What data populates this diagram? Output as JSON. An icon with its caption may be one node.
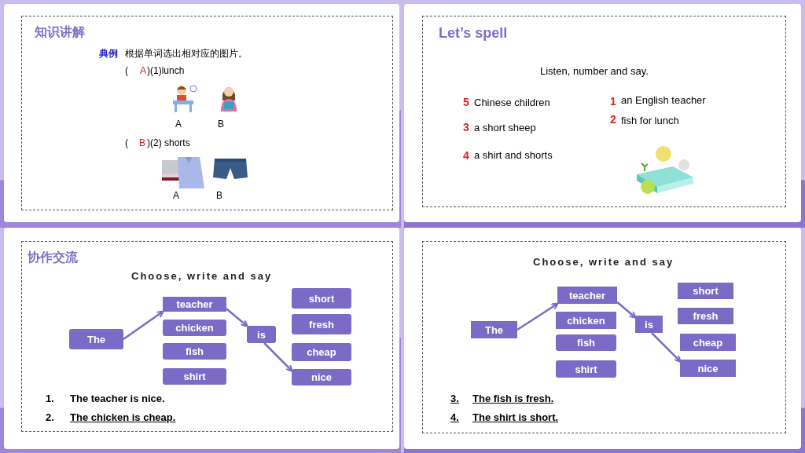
{
  "diagram": {
    "nodes": [
      {
        "text": [
          "The"
        ]
      },
      {
        "text": [
          "teacher"
        ]
      },
      {
        "text": [
          "chicken"
        ]
      },
      {
        "text": [
          "fish"
        ]
      },
      {
        "text": [
          "shirt"
        ]
      },
      {
        "text": [
          "is"
        ]
      },
      {
        "text": [
          "short"
        ]
      },
      {
        "text": [
          "fresh"
        ]
      },
      {
        "text": [
          "cheap"
        ]
      },
      {
        "text": [
          "nice"
        ]
      },
      {
        "text": [
          "The"
        ]
      },
      {
        "text": [
          "teacher"
        ]
      },
      {
        "text": [
          "chicken"
        ]
      },
      {
        "text": [
          "fish"
        ]
      },
      {
        "text": [
          "shirt"
        ]
      },
      {
        "text": [
          "is"
        ]
      },
      {
        "text": [
          "short"
        ]
      },
      {
        "text": [
          "fresh"
        ]
      },
      {
        "text": [
          "cheap"
        ]
      },
      {
        "text": [
          "nice"
        ]
      }
    ],
    "edges": [
      {
        "from": 0,
        "to": 1,
        "arrow": "to"
      },
      {
        "from": 1,
        "to": 5,
        "arrow": "to"
      },
      {
        "from": 5,
        "to": 9,
        "arrow": "to"
      },
      {
        "from": 10,
        "to": 11,
        "arrow": "to"
      },
      {
        "from": 11,
        "to": 15,
        "arrow": "to"
      },
      {
        "from": 15,
        "to": 19,
        "arrow": "to"
      }
    ],
    "labels": [
      "知识讲解",
      "典例",
      "根据单词选出相对应的图片。",
      "(",
      "A",
      ")(1)lunch",
      "A",
      "B",
      "(",
      "B",
      ")(2) shorts",
      "A",
      "B",
      "Let’s spell",
      "Listen, number and say.",
      "5",
      "Chinese children",
      "1",
      "an English teacher",
      "3",
      "a short sheep",
      "2",
      "fish for lunch",
      "4",
      "a shirt and shorts",
      "协作交流",
      "Choose, write and say",
      "1.",
      "The teacher is nice.",
      "2.",
      "The chicken is cheap.",
      "Choose, write and say",
      "3.",
      "The fish is fresh.",
      "4.",
      "The shirt is short."
    ]
  }
}
